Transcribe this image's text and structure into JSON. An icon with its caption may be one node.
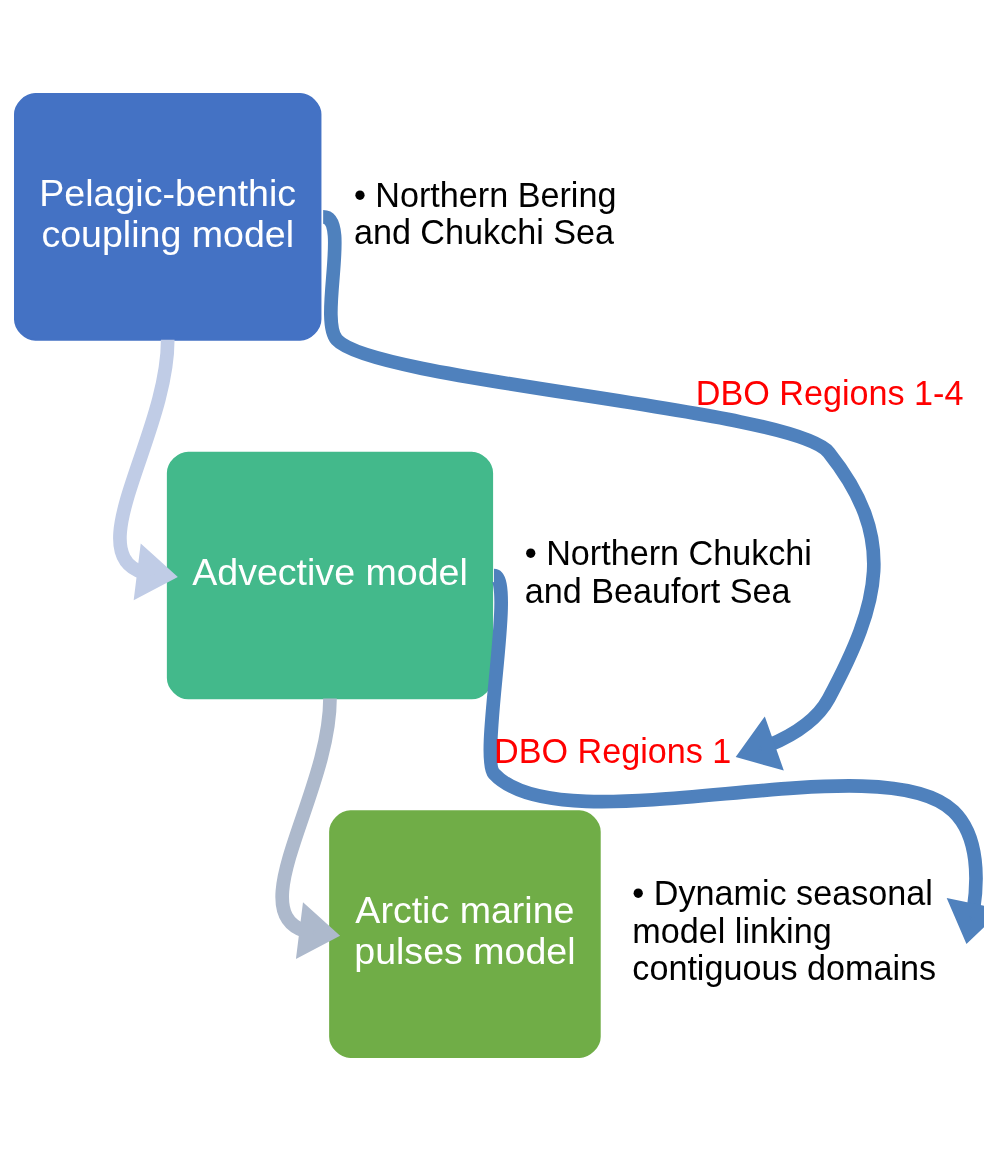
{
  "diagram": {
    "nodes": [
      {
        "text": [
          "Pelagic-benthic coupling model"
        ],
        "beside": [
          "• Northern Bering and Chukchi Sea"
        ]
      },
      {
        "text": [
          "Advective model"
        ],
        "beside": [
          "• Northern Chukchi and Beaufort Sea"
        ]
      },
      {
        "text": [
          "Arctic marine pulses model"
        ],
        "beside": [
          "• Dynamic seasonal model linking contiguous domains"
        ]
      }
    ],
    "edges": [
      {
        "from": 0,
        "to": 1,
        "arrow": "to",
        "color": "#c0cce6"
      },
      {
        "from": 1,
        "to": 2,
        "arrow": "to",
        "color": "#adb9cc"
      },
      {
        "from": 0,
        "to": null,
        "arrow": "to",
        "color": "#4f81bd",
        "label": "DBO Regions 1-4"
      },
      {
        "from": 1,
        "to": null,
        "arrow": "to",
        "color": "#4f81bd",
        "label": "DBO Regions 1"
      }
    ]
  }
}
